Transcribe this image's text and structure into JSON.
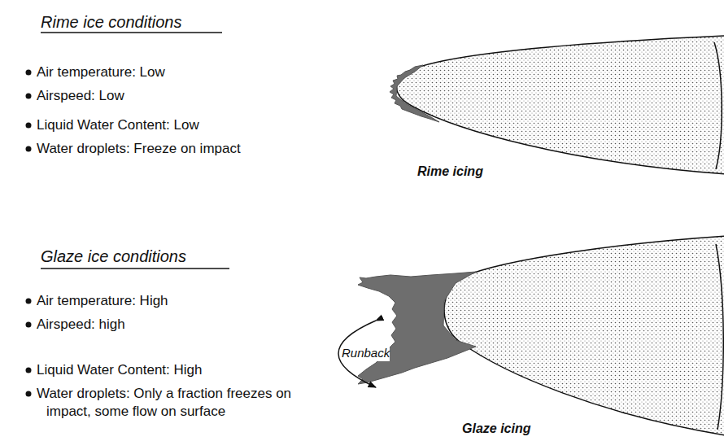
{
  "diagram": {
    "labels": [
      "Rime ice conditions",
      "Air temperature: Low",
      "Airspeed: Low",
      "Liquid Water Content: Low",
      "Water droplets: Freeze on impact",
      "Rime icing",
      "Glaze ice conditions",
      "Air temperature: High",
      "Airspeed: high",
      "Liquid Water Content: High",
      "Water droplets: Only a fraction freezes on impact, some flow on surface",
      "Runback",
      "Glaze icing"
    ]
  }
}
